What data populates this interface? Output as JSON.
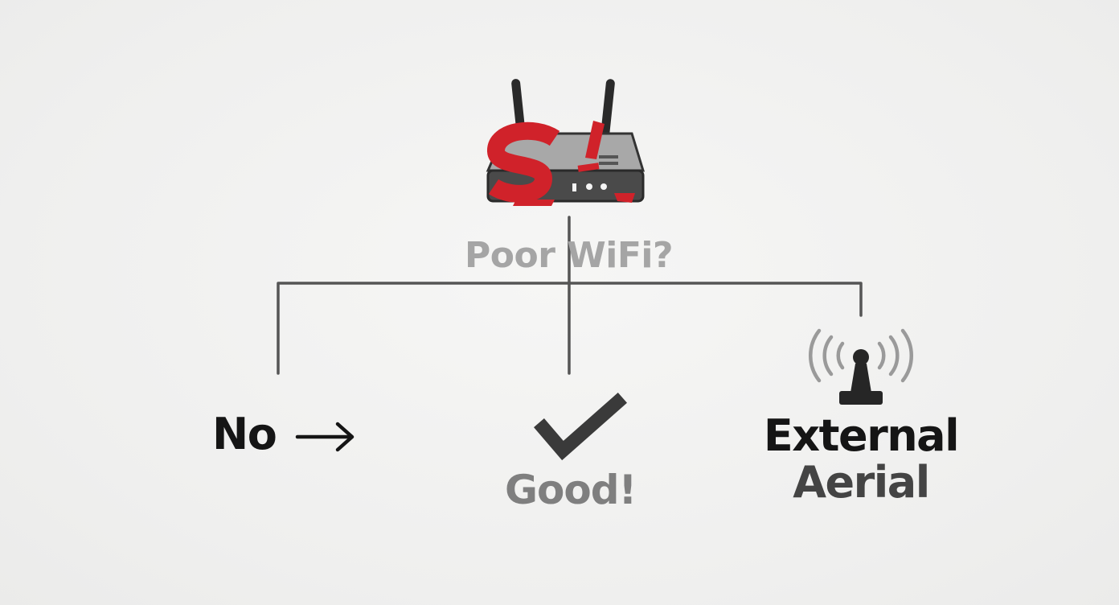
{
  "diagram": {
    "root": {
      "icon": "router-warning-icon",
      "label": "Poor WiFi?"
    },
    "branches": [
      {
        "id": "left",
        "label": "No",
        "icon": "right-arrow-icon"
      },
      {
        "id": "middle",
        "icon": "checkmark-icon",
        "label": "Good!"
      },
      {
        "id": "right",
        "icon": "antenna-signal-icon",
        "label_line1": "External",
        "label_line2": "Aerial"
      }
    ],
    "colors": {
      "background": "#f1f1f0",
      "connector": "#555555",
      "router_body": "#4a4a4a",
      "warning_red": "#d0222a",
      "text_dark": "#151515",
      "text_grey": "#a5a5a5"
    }
  }
}
